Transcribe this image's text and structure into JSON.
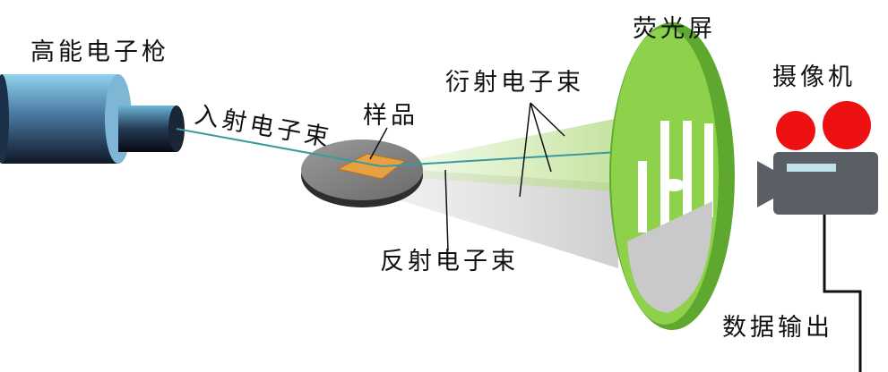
{
  "labels": {
    "gun": "高能电子枪",
    "incident": "入射电子束",
    "sample": "样品",
    "diffracted": "衍射电子束",
    "screen": "荧光屏",
    "camera": "摄像机",
    "reflected": "反射电子束",
    "output": "数据输出"
  },
  "colors": {
    "beam": "#3a9aa0",
    "screen": "#8ed14a",
    "camera_body": "#5a5f66",
    "camera_reels": "#ee1111",
    "sample": "#e8a040",
    "stage": "#7a7a7a"
  }
}
